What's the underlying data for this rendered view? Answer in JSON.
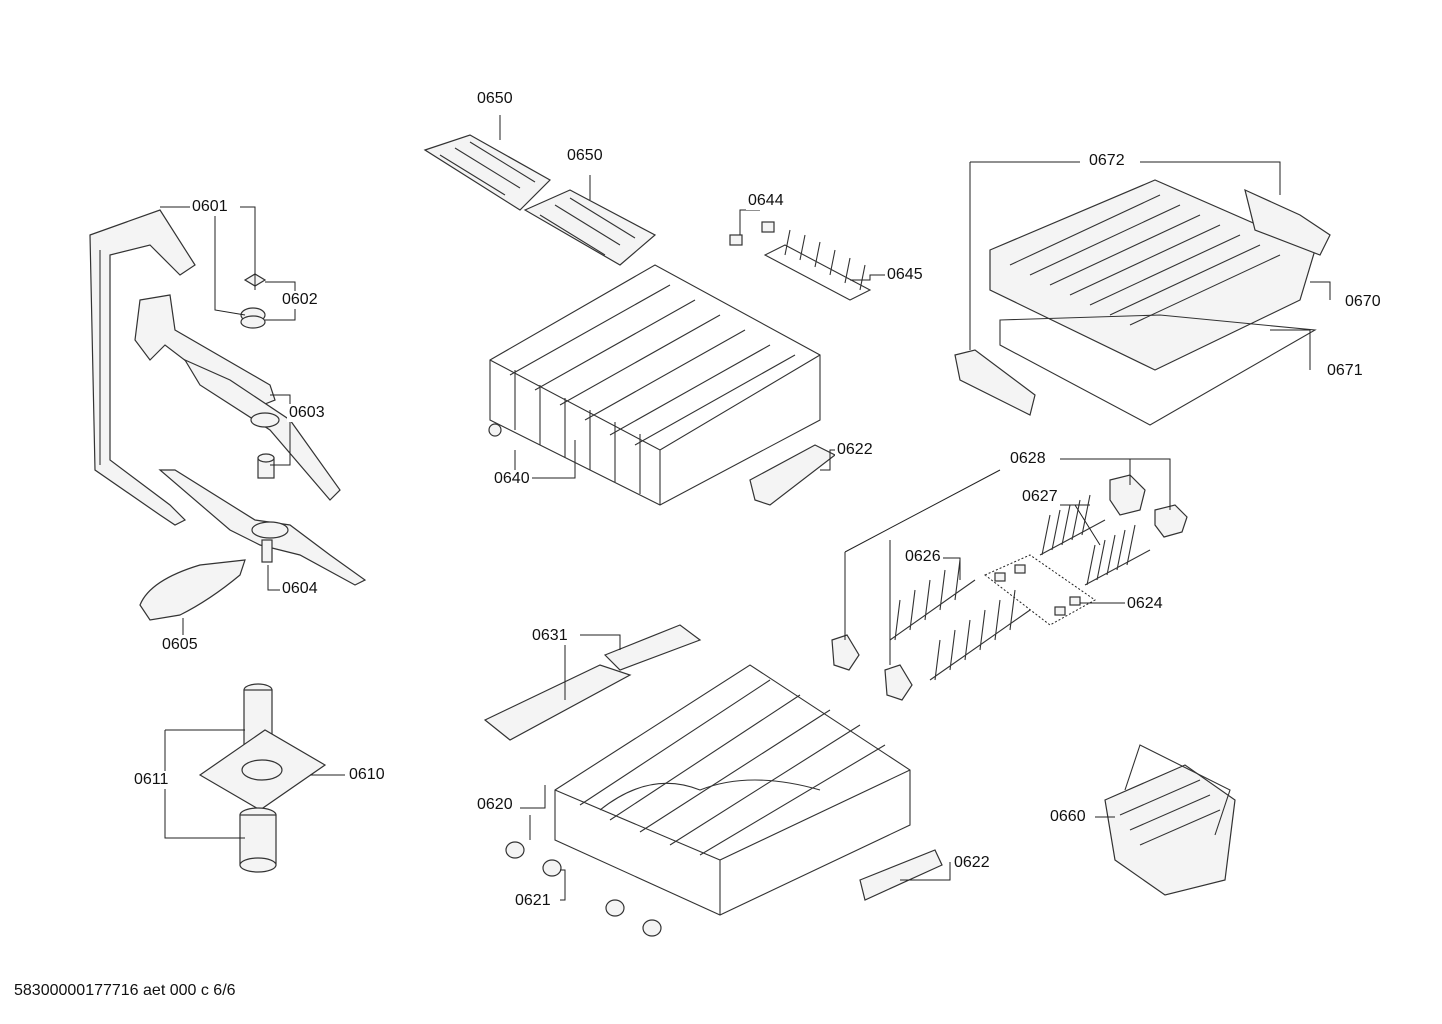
{
  "labels": {
    "p0650a": "0650",
    "p0650b": "0650",
    "p0601": "0601",
    "p0602": "0602",
    "p0603": "0603",
    "p0604": "0604",
    "p0605": "0605",
    "p0644": "0644",
    "p0645": "0645",
    "p0640": "0640",
    "p0622a": "0622",
    "p0672": "0672",
    "p0670": "0670",
    "p0671": "0671",
    "p0628": "0628",
    "p0627": "0627",
    "p0626": "0626",
    "p0624": "0624",
    "p0631": "0631",
    "p0611": "0611",
    "p0610": "0610",
    "p0620": "0620",
    "p0621": "0621",
    "p0622b": "0622",
    "p0660": "0660"
  },
  "footer": "58300000177716 aet 000 c 6/6"
}
